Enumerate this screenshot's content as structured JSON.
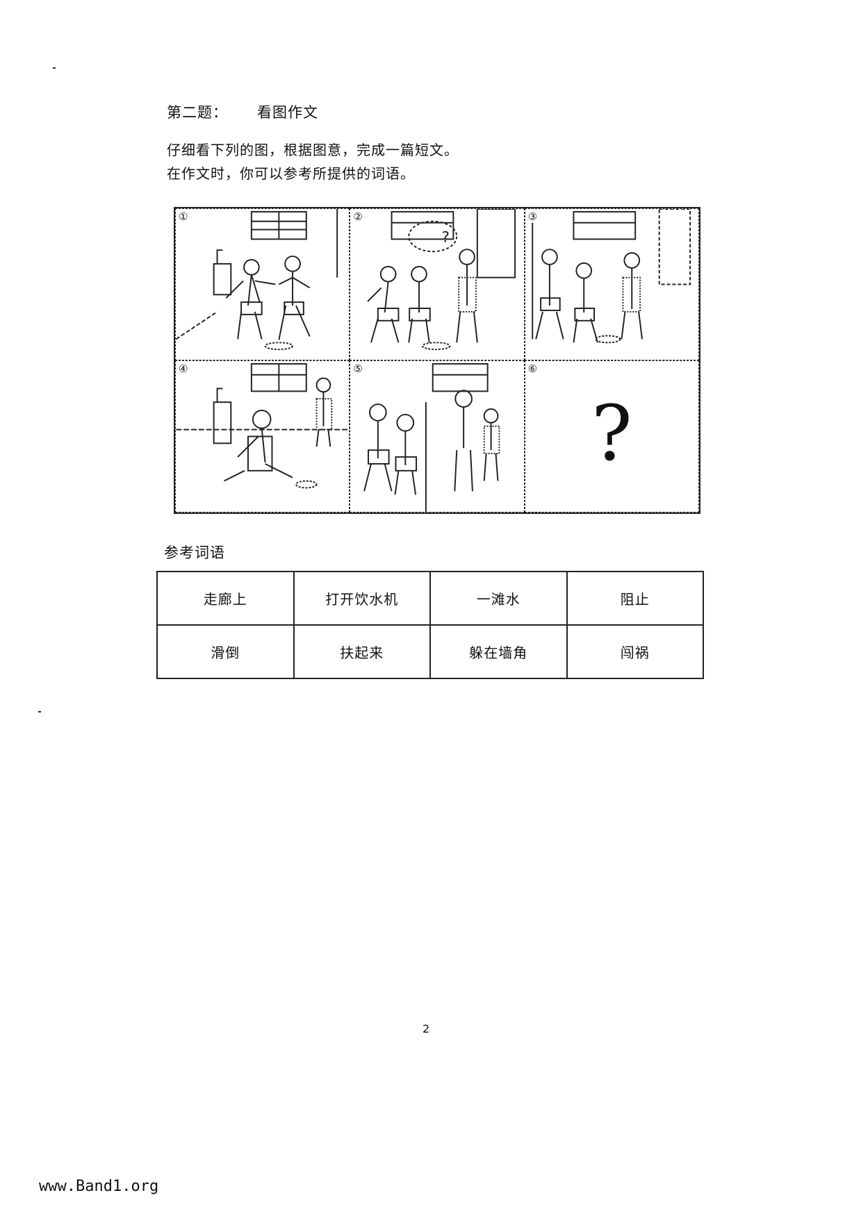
{
  "question": {
    "label": "第二题：",
    "title": "看图作文",
    "instructions": [
      "仔细看下列的图，根据图意，完成一篇短文。",
      "在作文时，你可以参考所提供的词语。"
    ]
  },
  "comic": {
    "panels": [
      {
        "number": "①"
      },
      {
        "number": "②",
        "speech": "?"
      },
      {
        "number": "③"
      },
      {
        "number": "④"
      },
      {
        "number": "⑤"
      },
      {
        "number": "⑥",
        "content": "?"
      }
    ]
  },
  "reference": {
    "title": "参考词语",
    "rows": [
      [
        "走廊上",
        "打开饮水机",
        "一滩水",
        "阻止"
      ],
      [
        "滑倒",
        "扶起来",
        "躲在墙角",
        "闯祸"
      ]
    ]
  },
  "page_number": "2",
  "watermark": "www.Band1.org"
}
